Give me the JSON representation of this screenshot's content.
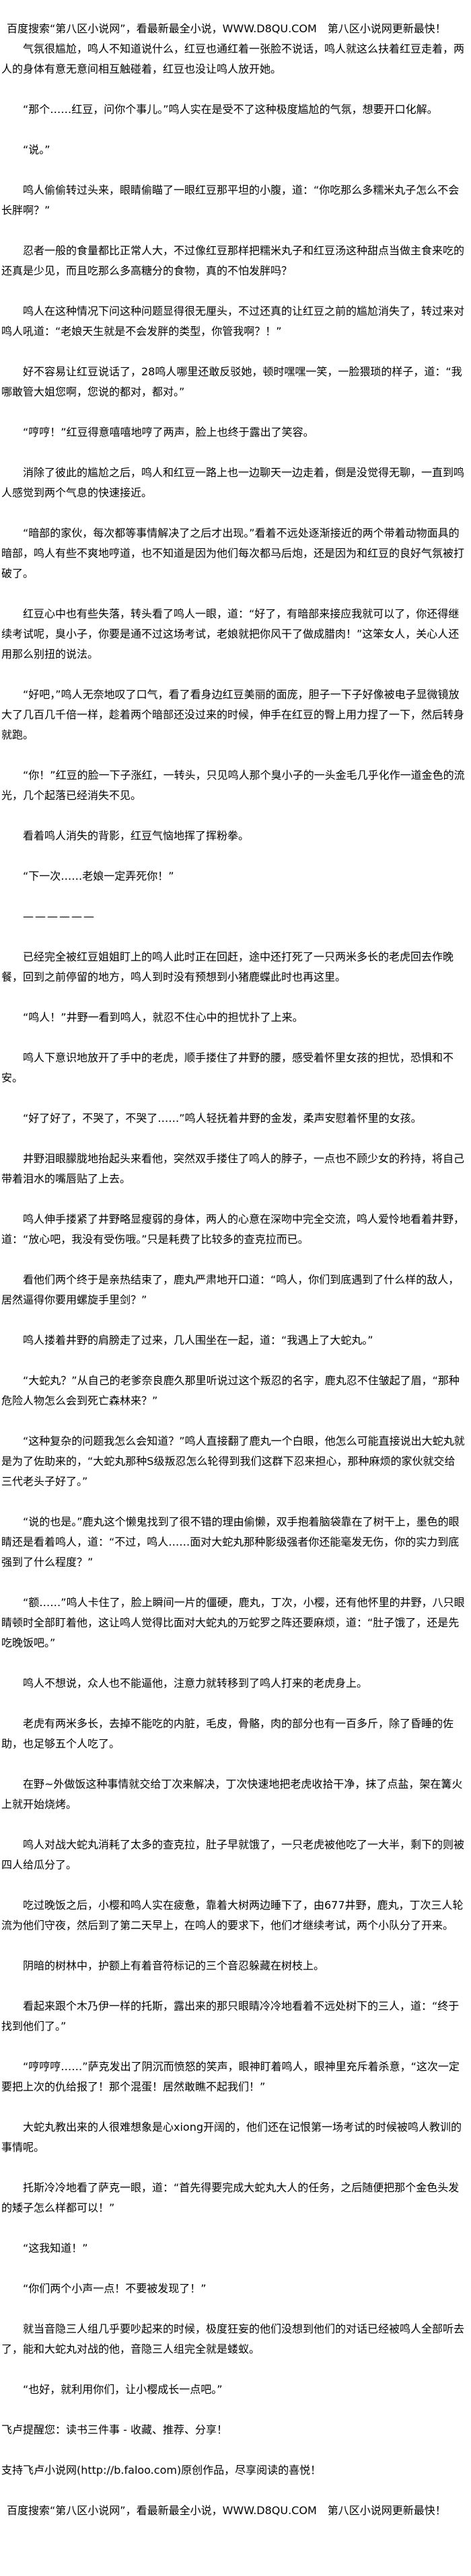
{
  "header_banner": "百度搜索“第八区小说网”，看最新最全小说，WWW.D8QU.COM　第八区小说网更新最快！",
  "paragraphs": [
    "气氛很尴尬，鸣人不知道说什么，红豆也通红着一张脸不说话，鸣人就这么扶着红豆走着，两人的身体有意无意间相互触碰着，红豆也没让鸣人放开她。",
    "“那个……红豆，问你个事儿。”鸣人实在是受不了这种极度尴尬的气氛，想要开口化解。",
    "“说。”",
    "鸣人偷偷转过头来，眼睛偷瞄了一眼红豆那平坦的小腹，道：“你吃那么多糯米丸子怎么不会长胖啊？”",
    "忍者一般的食量都比正常人大，不过像红豆那样把糯米丸子和红豆汤这种甜点当做主食来吃的还真是少见，而且吃那么多高糖分的食物，真的不怕发胖吗？",
    "鸣人在这种情况下问这种问题显得很无厘头，不过还真的让红豆之前的尴尬消失了，转过来对鸣人吼道：“老娘天生就是不会发胖的类型，你管我啊？！”",
    "好不容易让红豆说话了，28鸣人哪里还敢反驳她，顿时嘿嘿一笑，一脸猥琐的样子，道：“我哪敢管大姐您啊，您说的都对，都对。”",
    "“哼哼！”红豆得意嘻嘻地哼了两声，脸上也终于露出了笑容。",
    "消除了彼此的尴尬之后，鸣人和红豆一路上也一边聊天一边走着，倒是没觉得无聊，一直到鸣人感觉到两个气息的快速接近。",
    "“暗部的家伙，每次都等事情解决了之后才出现。”看着不远处逐渐接近的两个带着动物面具的暗部，鸣人有些不爽地哼道，也不知道是因为他们每次都马后炮，还是因为和红豆的良好气氛被打破了。",
    "红豆心中也有些失落，转头看了鸣人一眼，道：“好了，有暗部来接应我就可以了，你还得继续考试呢，臭小子，你要是通不过这场考试，老娘就把你风干了做成腊肉！”这笨女人，关心人还用那么别扭的说法。",
    "“好吧，”鸣人无奈地叹了口气，看了看身边红豆美丽的面庞，胆子一下子好像被电子显微镜放大了几百几千倍一样，趁着两个暗部还没过来的时候，伸手在红豆的臀上用力捏了一下，然后转身就跑。",
    "“你！”红豆的脸一下子涨红，一转头，只见鸣人那个臭小子的一头金毛几乎化作一道金色的流光，几个起落已经消失不见。",
    "看着鸣人消失的背影，红豆气恼地挥了挥粉拳。",
    "“下一次……老娘一定弄死你！”",
    "——————",
    "已经完全被红豆姐姐盯上的鸣人此时正在回赶，途中还打死了一只两米多长的老虎回去作晚餐，回到之前停留的地方，鸣人到时没有预想到小猪鹿蝶此时也再这里。",
    "“鸣人！”井野一看到鸣人，就忍不住心中的担忧扑了上来。",
    "鸣人下意识地放开了手中的老虎，顺手搂住了井野的腰，感受着怀里女孩的担忧，恐惧和不安。",
    "“好了好了，不哭了，不哭了……”鸣人轻抚着井野的金发，柔声安慰着怀里的女孩。",
    "井野泪眼朦胧地抬起头来看他，突然双手搂住了鸣人的脖子，一点也不顾少女的矜持，将自己带着泪水的嘴唇贴了上去。",
    "鸣人伸手搂紧了井野略显瘦弱的身体，两人的心意在深吻中完全交流，鸣人爱怜地看着井野，道：“放心吧，我没有受伤哦。”只是耗费了比较多的查克拉而已。",
    "看他们两个终于是亲热结束了，鹿丸严肃地开口道：“鸣人，你们到底遇到了什么样的敌人，居然逼得你要用螺旋手里剑？”",
    "鸣人搂着井野的肩膀走了过来，几人围坐在一起，道：“我遇上了大蛇丸。”",
    "“大蛇丸？”从自己的老爹奈良鹿久那里听说过这个叛忍的名字，鹿丸忍不住皱起了眉，“那种危险人物怎么会到死亡森林来？”",
    "“这种复杂的问题我怎么会知道？”鸣人直接翻了鹿丸一个白眼，他怎么可能直接说出大蛇丸就是为了佐助来的，“大蛇丸那种S级叛忍怎么轮得到我们这群下忍来担心，那种麻烦的家伙就交给三代老头子好了。”",
    "“说的也是。”鹿丸这个懒鬼找到了很不错的理由偷懒，双手抱着脑袋靠在了树干上，墨色的眼睛还是看着鸣人，道：“不过，鸣人……面对大蛇丸那种影级强者你还能毫发无伤，你的实力到底强到了什么程度？”",
    "“额……”鸣人卡住了，脸上瞬间一片的僵硬，鹿丸，丁次，小樱，还有他怀里的井野，八只眼睛顿时全部盯着他，这让鸣人觉得比面对大蛇丸的万蛇罗之阵还要麻烦，道：“肚子饿了，还是先吃晚饭吧。”",
    "鸣人不想说，众人也不能逼他，注意力就转移到了鸣人打来的老虎身上。",
    "老虎有两米多长，去掉不能吃的内脏，毛皮，骨骼，肉的部分也有一百多斤，除了昏睡的佐助，也足够五个人吃了。",
    "在野~外做饭这种事情就交给丁次来解决，丁次快速地把老虎收拾干净，抹了点盐，架在篝火上就开始烧烤。",
    "鸣人对战大蛇丸消耗了太多的查克拉，肚子早就饿了，一只老虎被他吃了一大半，剩下的则被四人给瓜分了。",
    "吃过晚饭之后，小樱和鸣人实在疲惫，靠着大树两边睡下了，由677井野，鹿丸，丁次三人轮流为他们守夜，然后到了第二天早上，在鸣人的要求下，他们才继续考试，两个小队分了开来。",
    "阴暗的树林中，护额上有着音符标记的三个音忍躲藏在树枝上。",
    "看起来跟个木乃伊一样的托斯，露出来的那只眼睛冷冷地看着不远处树下的三人，道：“终于找到他们了。”",
    "“哼哼哼……”萨克发出了阴沉而愤怒的笑声，眼神盯着鸣人，眼神里充斥着杀意，“这次一定要把上次的仇给报了！那个混蛋！居然敢瞧不起我们！”",
    "大蛇丸教出来的人很难想象是心xiong开阔的，他们还在记恨第一场考试的时候被鸣人教训的事情呢。",
    "托斯冷冷地看了萨克一眼，道：“首先得要完成大蛇丸大人的任务，之后随便把那个金色头发的矮子怎么样都可以！”",
    "“这我知道！”",
    "“你们两个小声一点！不要被发现了！”",
    "就当音隐三人组几乎要吵起来的时候，极度狂妄的他们没想到他们的对话已经被鸣人全部听去了，能和大蛇丸对战的他，音隐三人组完全就是蝼蚁。",
    "“也好，就利用你们，让小樱成长一点吧。”"
  ],
  "footer": {
    "reminder": "飞卢提醒您：读书三件事 - 收藏、推荐、分享！",
    "support": "支持飞卢小说网(http://b.faloo.com)原创作品，尽享阅读的喜悦！",
    "banner": "百度搜索“第八区小说网”，看最新最全小说，WWW.D8QU.COM　第八区小说网更新最快！"
  }
}
